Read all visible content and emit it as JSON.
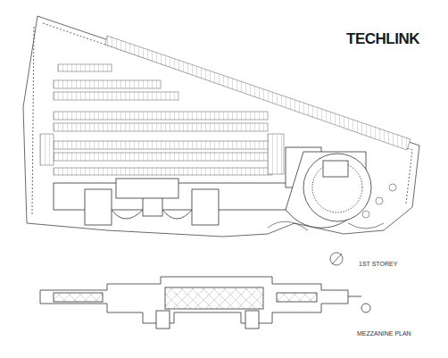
{
  "diagram": {
    "title": "TECHLINK",
    "labels": [
      "1ST STOREY",
      "MEZZANINE PLAN"
    ]
  }
}
